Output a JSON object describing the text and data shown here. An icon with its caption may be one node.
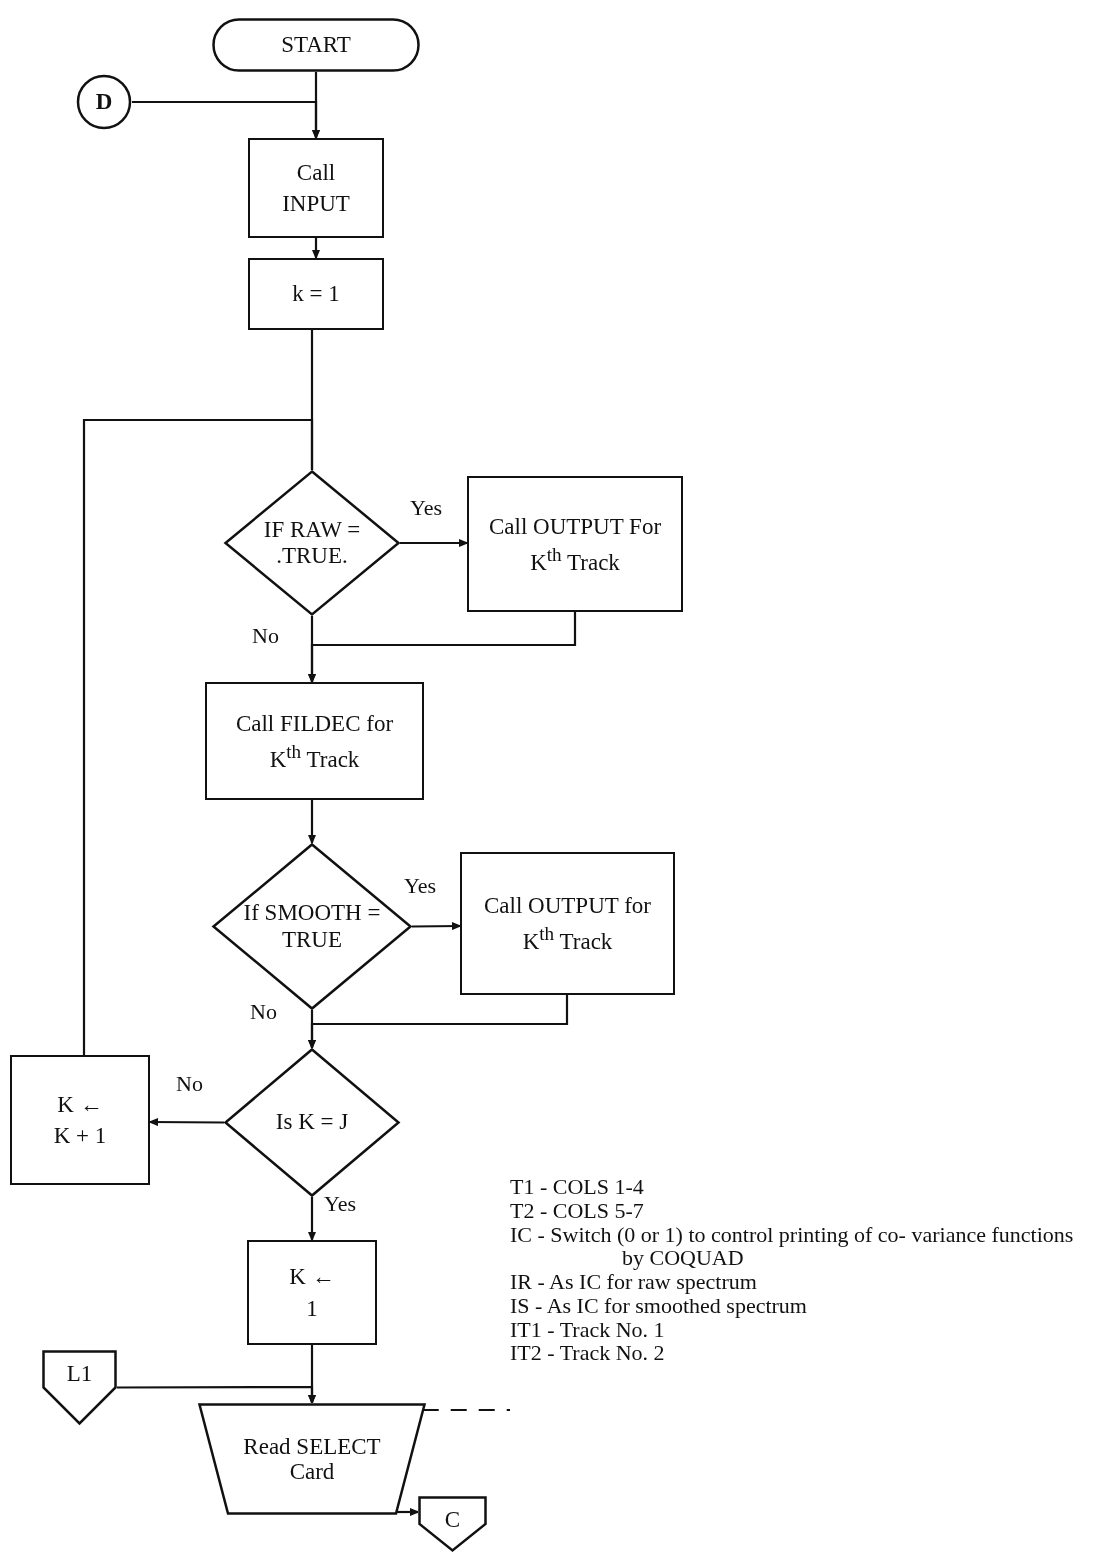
{
  "diagram": {
    "nodes": [
      {
        "text": [
          "START"
        ]
      },
      {
        "text": [
          "D"
        ]
      },
      {
        "text": [
          "Call INPUT"
        ]
      },
      {
        "text": [
          "k = 1"
        ]
      },
      {
        "text": [
          "IF RAW = .TRUE."
        ]
      },
      {
        "text": [
          "Call OUTPUT For K$^{th}$ Track"
        ]
      },
      {
        "text": [
          "Call FILDEC for K$^{th}$ Track"
        ]
      },
      {
        "text": [
          "If SMOOTH = TRUE"
        ]
      },
      {
        "text": [
          "Call OUTPUT for K$^{th}$ Track"
        ]
      },
      {
        "text": [
          "Is K = J"
        ]
      },
      {
        "text": [
          "K ←",
          "K + 1"
        ]
      },
      {
        "text": [
          "K ←",
          "1"
        ]
      },
      {
        "text": [
          "L1"
        ]
      },
      {
        "text": [
          "Read SELECT Card"
        ]
      },
      {
        "text": [
          "C"
        ]
      },
      {
        "text": [
          "T1 - COLS 1-4",
          "T2 - COLS 5-7",
          "IC - Switch (0 or 1) to control printing of co- variance functions by COQUAD",
          "IR - As IC for raw spectrum",
          "IS - As IC for smoothed spectrum",
          "IT1 - Track No. 1",
          "IT2 - Track No. 2"
        ]
      }
    ],
    "edges": [
      {
        "from": 0,
        "to": 2,
        "arrow": "to"
      },
      {
        "from": 1,
        "to": 2,
        "arrow": "to"
      },
      {
        "from": 2,
        "to": 3,
        "arrow": "to"
      },
      {
        "from": 3,
        "to": 4,
        "arrow": "none"
      },
      {
        "from": 4,
        "to": 5,
        "arrow": "to",
        "label": "Yes"
      },
      {
        "from": 4,
        "to": 6,
        "arrow": "to",
        "label": "No"
      },
      {
        "from": 5,
        "to": 6,
        "arrow": "to"
      },
      {
        "from": 6,
        "to": 7,
        "arrow": "to"
      },
      {
        "from": 7,
        "to": 8,
        "arrow": "to",
        "label": "Yes"
      },
      {
        "from": 7,
        "to": 9,
        "arrow": "to",
        "label": "No"
      },
      {
        "from": 8,
        "to": 9,
        "arrow": "to"
      },
      {
        "from": 9,
        "to": 10,
        "arrow": "to",
        "label": "No"
      },
      {
        "from": 10,
        "to": 4,
        "arrow": "none"
      },
      {
        "from": 9,
        "to": 11,
        "arrow": "to",
        "label": "Yes"
      },
      {
        "from": 11,
        "to": 13,
        "arrow": "to"
      },
      {
        "from": 12,
        "to": 13,
        "arrow": "to"
      },
      {
        "from": 13,
        "to": 14,
        "arrow": "to"
      },
      {
        "from": 13,
        "to": 15,
        "arrow": "none",
        "style": "dashed"
      }
    ]
  }
}
